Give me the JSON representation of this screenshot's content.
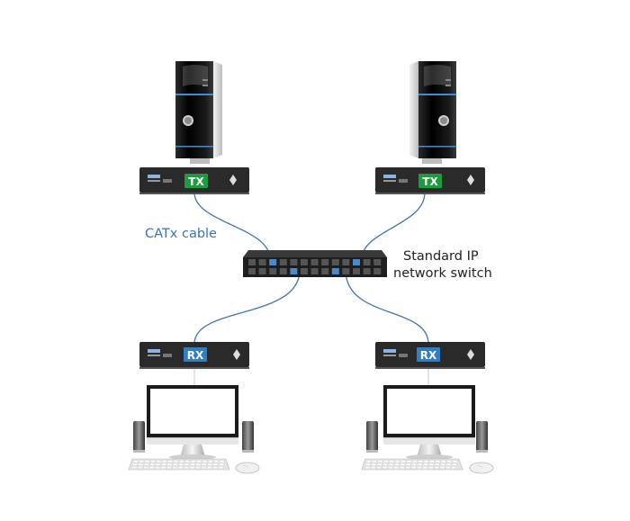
{
  "labels": {
    "cable": "CATx cable",
    "switch_line1": "Standard IP",
    "switch_line2": "network switch"
  },
  "units": {
    "tx_badge": "TX",
    "rx_badge": "RX"
  },
  "colors": {
    "cable": "#3b74b8",
    "cable_label": "#3b74b8",
    "tx_badge": "#1f9a3e",
    "rx_badge": "#2f7fc4",
    "device_body": "#2a2a2a",
    "tower_body": "#111111",
    "tower_side": "#d9d9d9",
    "switch_body": "#1e1e1e",
    "label_text": "#222222"
  },
  "icons": {
    "computer": "pc-tower-icon",
    "monitor": "monitor-icon",
    "speaker": "speaker-icon",
    "keyboard": "keyboard-icon",
    "mouse": "mouse-icon",
    "switch": "network-switch-icon"
  }
}
